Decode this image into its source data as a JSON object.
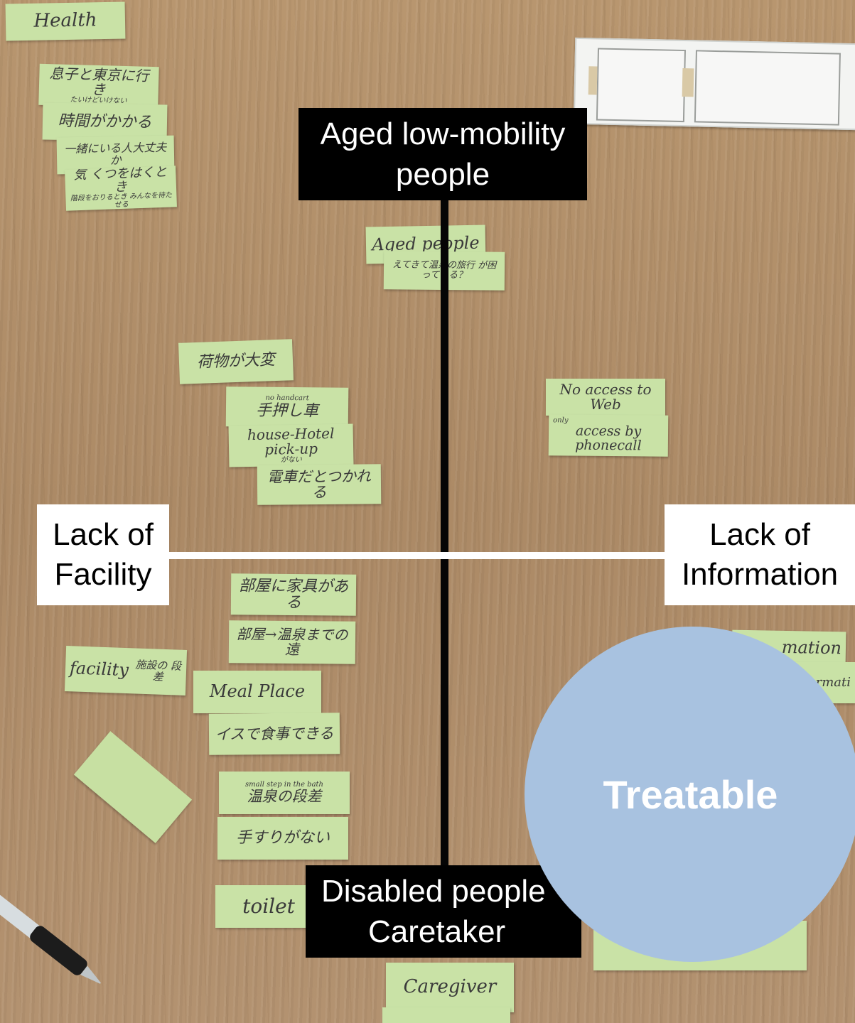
{
  "axes": {
    "top": "Aged low-mobility people",
    "bottom_line1": "Disabled people",
    "bottom_line2": "Caretaker",
    "left_line1": "Lack of",
    "left_line2": "Facility",
    "right_line1": "Lack of",
    "right_line2": "Information"
  },
  "overlay": {
    "label": "Treatable",
    "color": "#a8c2e0"
  },
  "notes": {
    "health": "Health",
    "jp1_main": "息子と東京に行き",
    "jp1_sub": "たいけどいけない",
    "jp2": "時間がかかる",
    "jp3": "一緒にいる人大丈夫か",
    "jp4_main": "気 くつをはくとき",
    "jp4_sub": "階段をおりるとき みんなを待たせる",
    "aged_people": "Aged people",
    "aged_sub": "えてきて温泉の旅行 が困っている？",
    "baggage": "荷物が大変",
    "handcart_sub": "no handcart",
    "handcart": "手押し車",
    "pickup": "house-Hotel pick-up",
    "pickup_sub": "がない",
    "train": "電車だとつかれる",
    "no_access_web": "No access to Web",
    "phone_only_sub": "only",
    "phone_only": "access by phonecall",
    "room_furniture": "部屋に家具がある",
    "room_distance": "部屋→温泉までの遠",
    "facility": "facility",
    "facility_jp": "施設の 段差",
    "meal_place": "Meal Place",
    "chair_meal": "イスで食事できる",
    "small_step_sub": "small step in the bath",
    "small_step": "温泉の段差",
    "no_handrail": "手すりがない",
    "toilet": "toilet",
    "caregiver": "Caregiver",
    "info_partial": "mation",
    "info_partial2": "formati"
  }
}
